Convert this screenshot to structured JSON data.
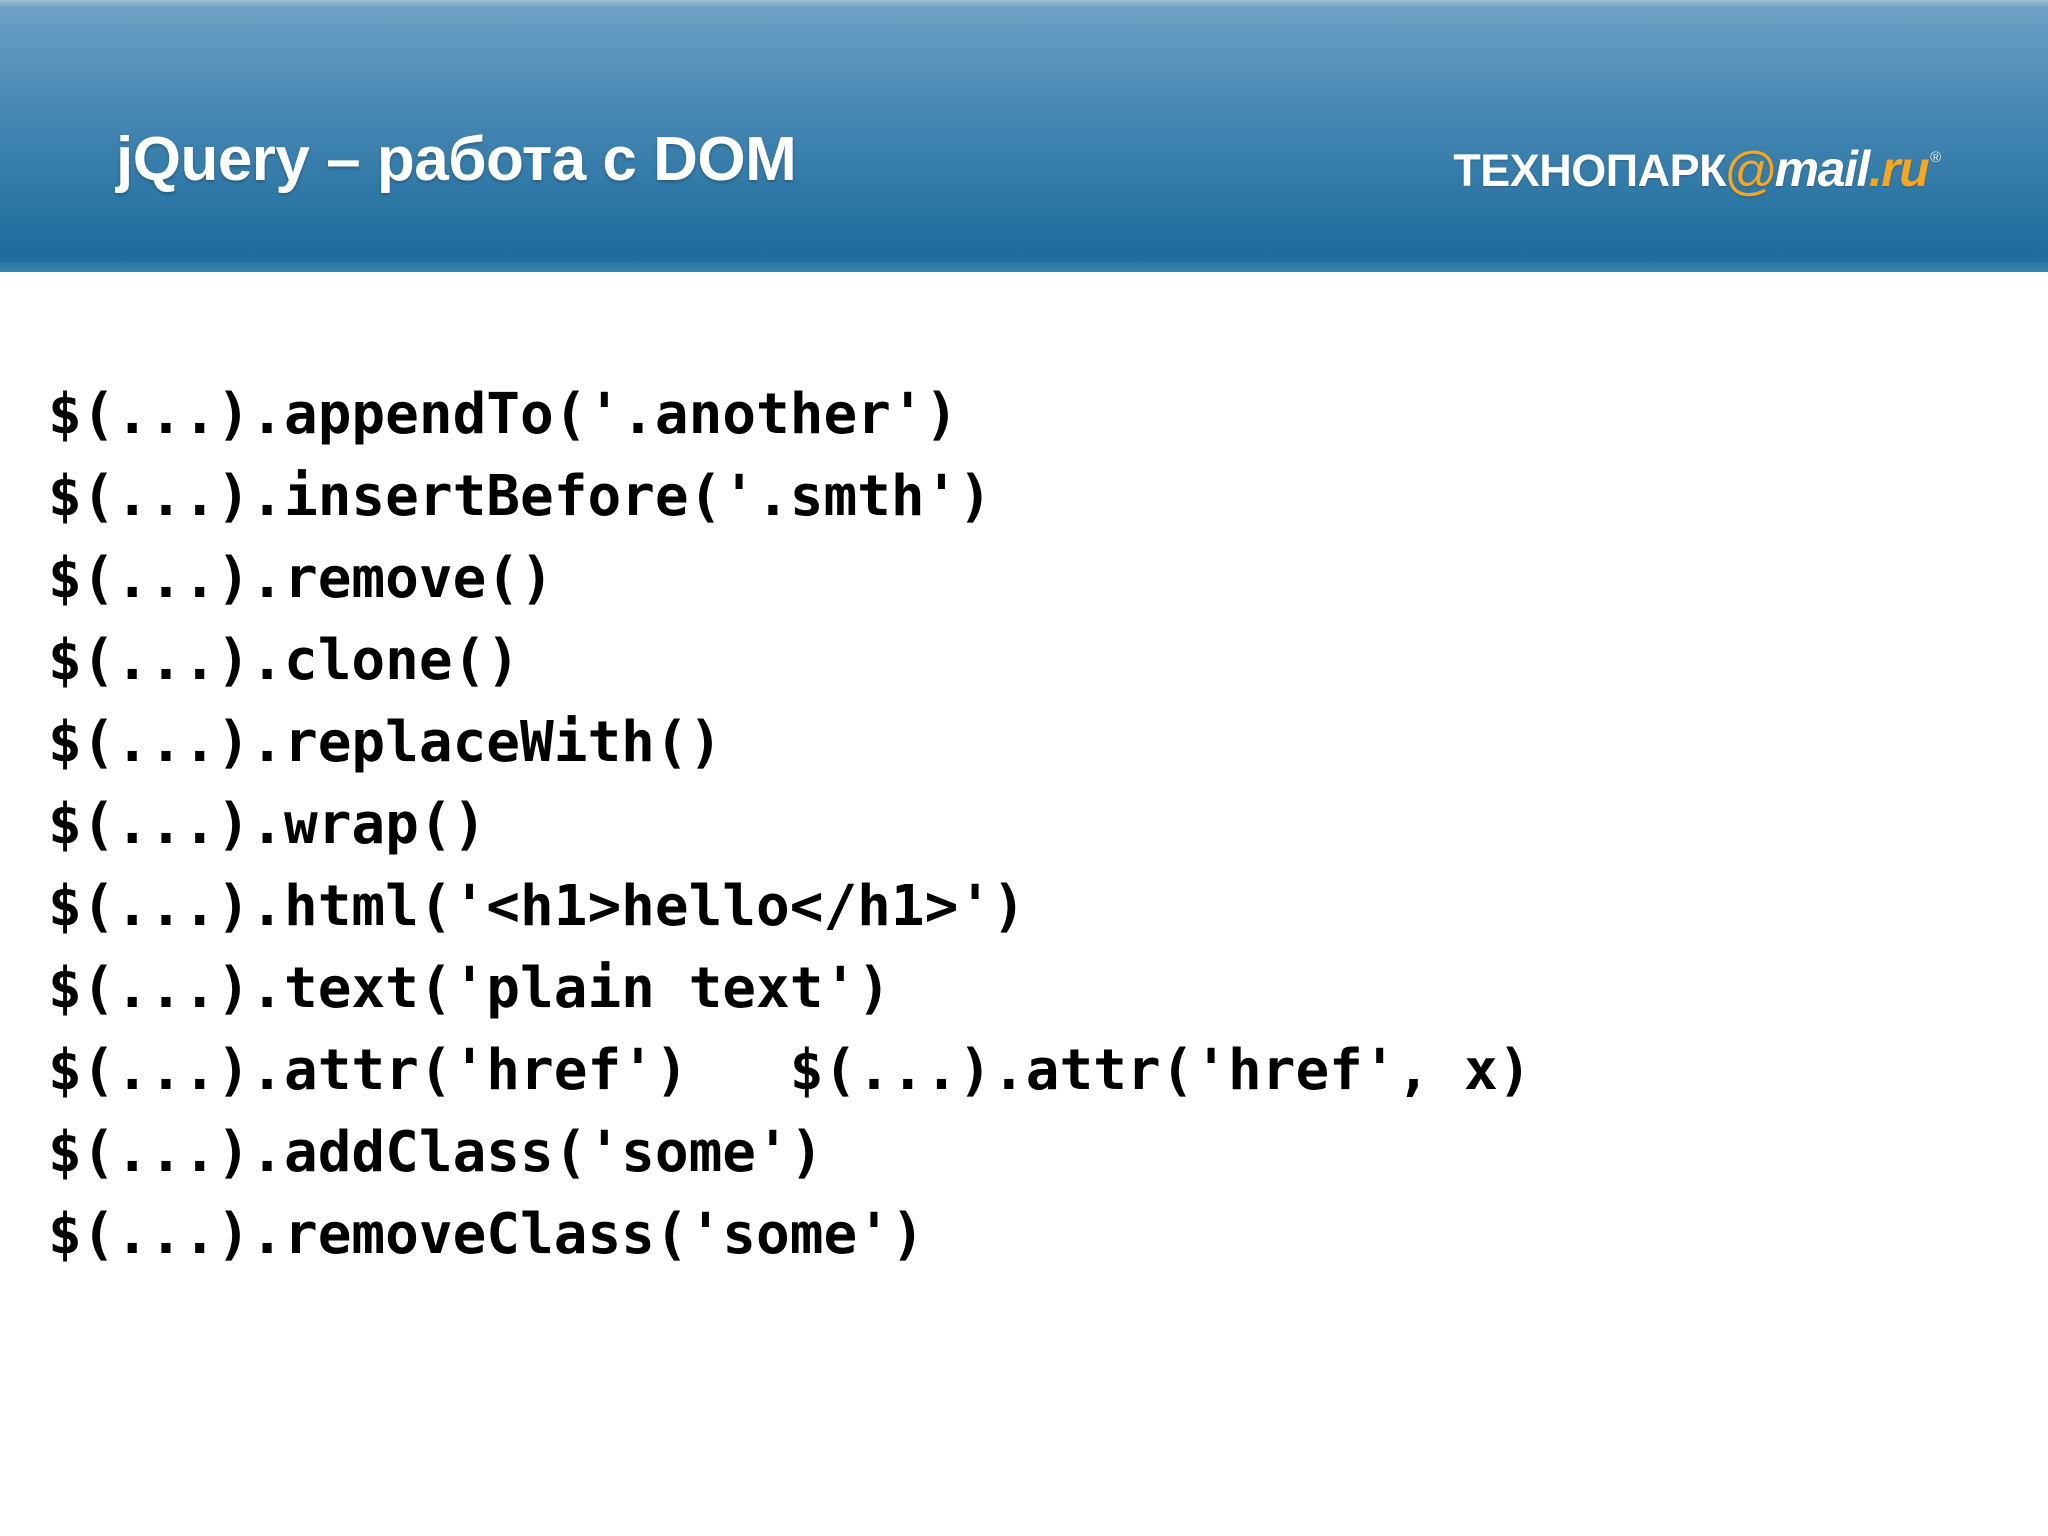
{
  "slide": {
    "header": {
      "title": "jQuery – работа с DOM",
      "gradient_top_color": "#6fa3c4",
      "gradient_bottom_color": "#1e6d9e",
      "title_color": "#ffffff",
      "logo": {
        "tech_text": "ТЕХНОПАРК",
        "at_symbol": "@",
        "mail_text": "mail",
        "dotru_text": ".ru",
        "registered_mark": "®",
        "white_color": "#ffffff",
        "orange_color": "#f5a623"
      }
    },
    "body": {
      "background_color": "#ffffff",
      "text_color": "#000000",
      "code_lines": [
        "$(...).appendTo('.another')",
        "$(...).insertBefore('.smth')",
        "$(...).remove()",
        "$(...).clone()",
        "$(...).replaceWith()",
        "$(...).wrap()",
        "$(...).html('<h1>hello</h1>')",
        "$(...).text('plain text')",
        "$(...).attr('href')   $(...).attr('href', x)",
        "$(...).addClass('some')",
        "$(...).removeClass('some')"
      ]
    }
  }
}
